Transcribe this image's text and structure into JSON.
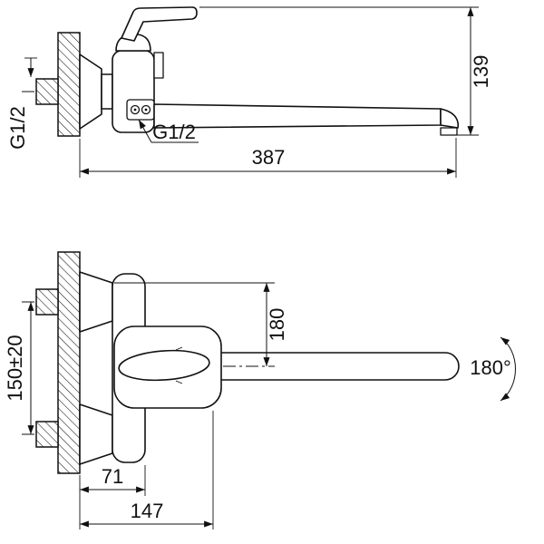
{
  "drawing": {
    "background": "#ffffff",
    "line_color": "#111111"
  },
  "side_view": {
    "overall_height": "139",
    "spout_reach": "387",
    "wall_thread_label": "G1/2",
    "spout_thread_label": "G1/2"
  },
  "front_view": {
    "vertical_span": "180",
    "inlet_spacing": "150±20",
    "swivel_angle": "180°",
    "wall_offset": "71",
    "overall_depth": "147"
  }
}
